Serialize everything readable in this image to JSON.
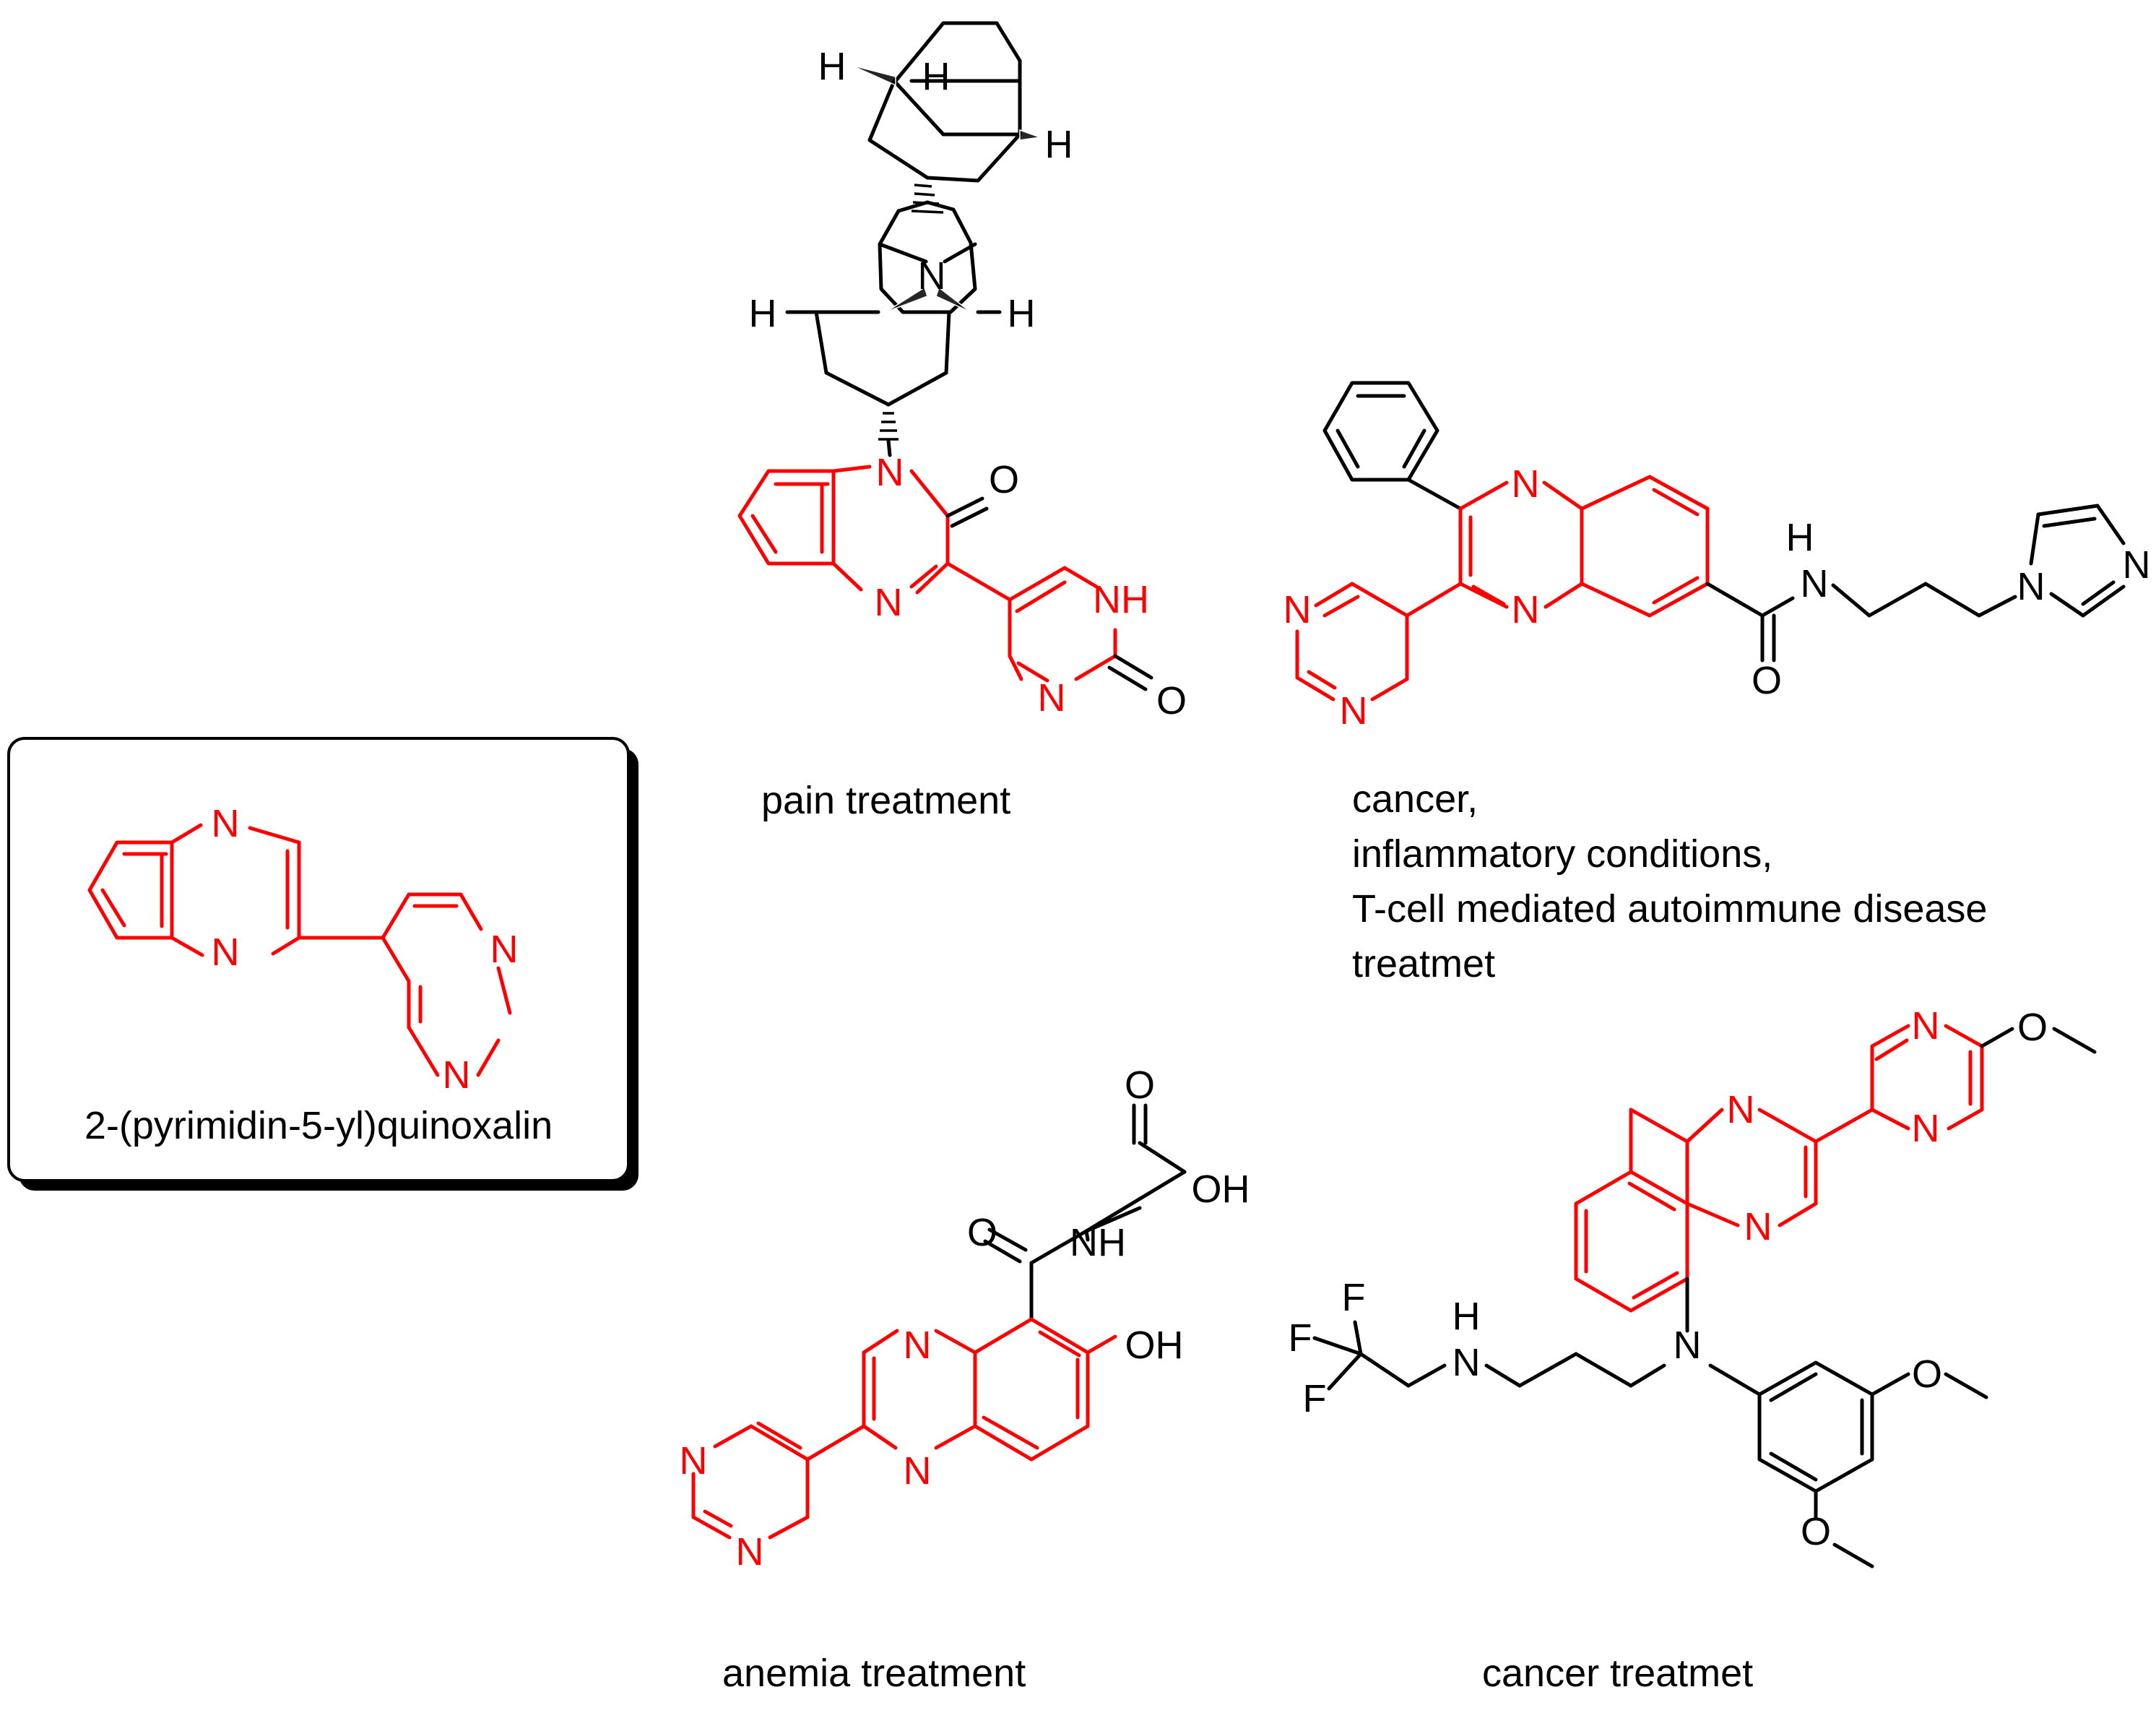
{
  "colors": {
    "core": "#ff0000",
    "structure": "#000000",
    "background": "#ffffff"
  },
  "core_box": {
    "name": "2-(pyrimidin-5-yl)quinoxalin"
  },
  "compounds": [
    {
      "id": "c1",
      "caption": "pain treatment"
    },
    {
      "id": "c2",
      "caption_lines": [
        "cancer,",
        "inflammatory conditions,",
        "T-cell mediated autoimmune disease",
        "treatmet"
      ]
    },
    {
      "id": "c3",
      "caption": "anemia treatment"
    },
    {
      "id": "c4",
      "caption": "cancer treatmet"
    }
  ],
  "atom_labels": {
    "N": "N",
    "O": "O",
    "H": "H",
    "NH": "NH",
    "HN": "HN",
    "OH": "OH",
    "F": "F"
  }
}
